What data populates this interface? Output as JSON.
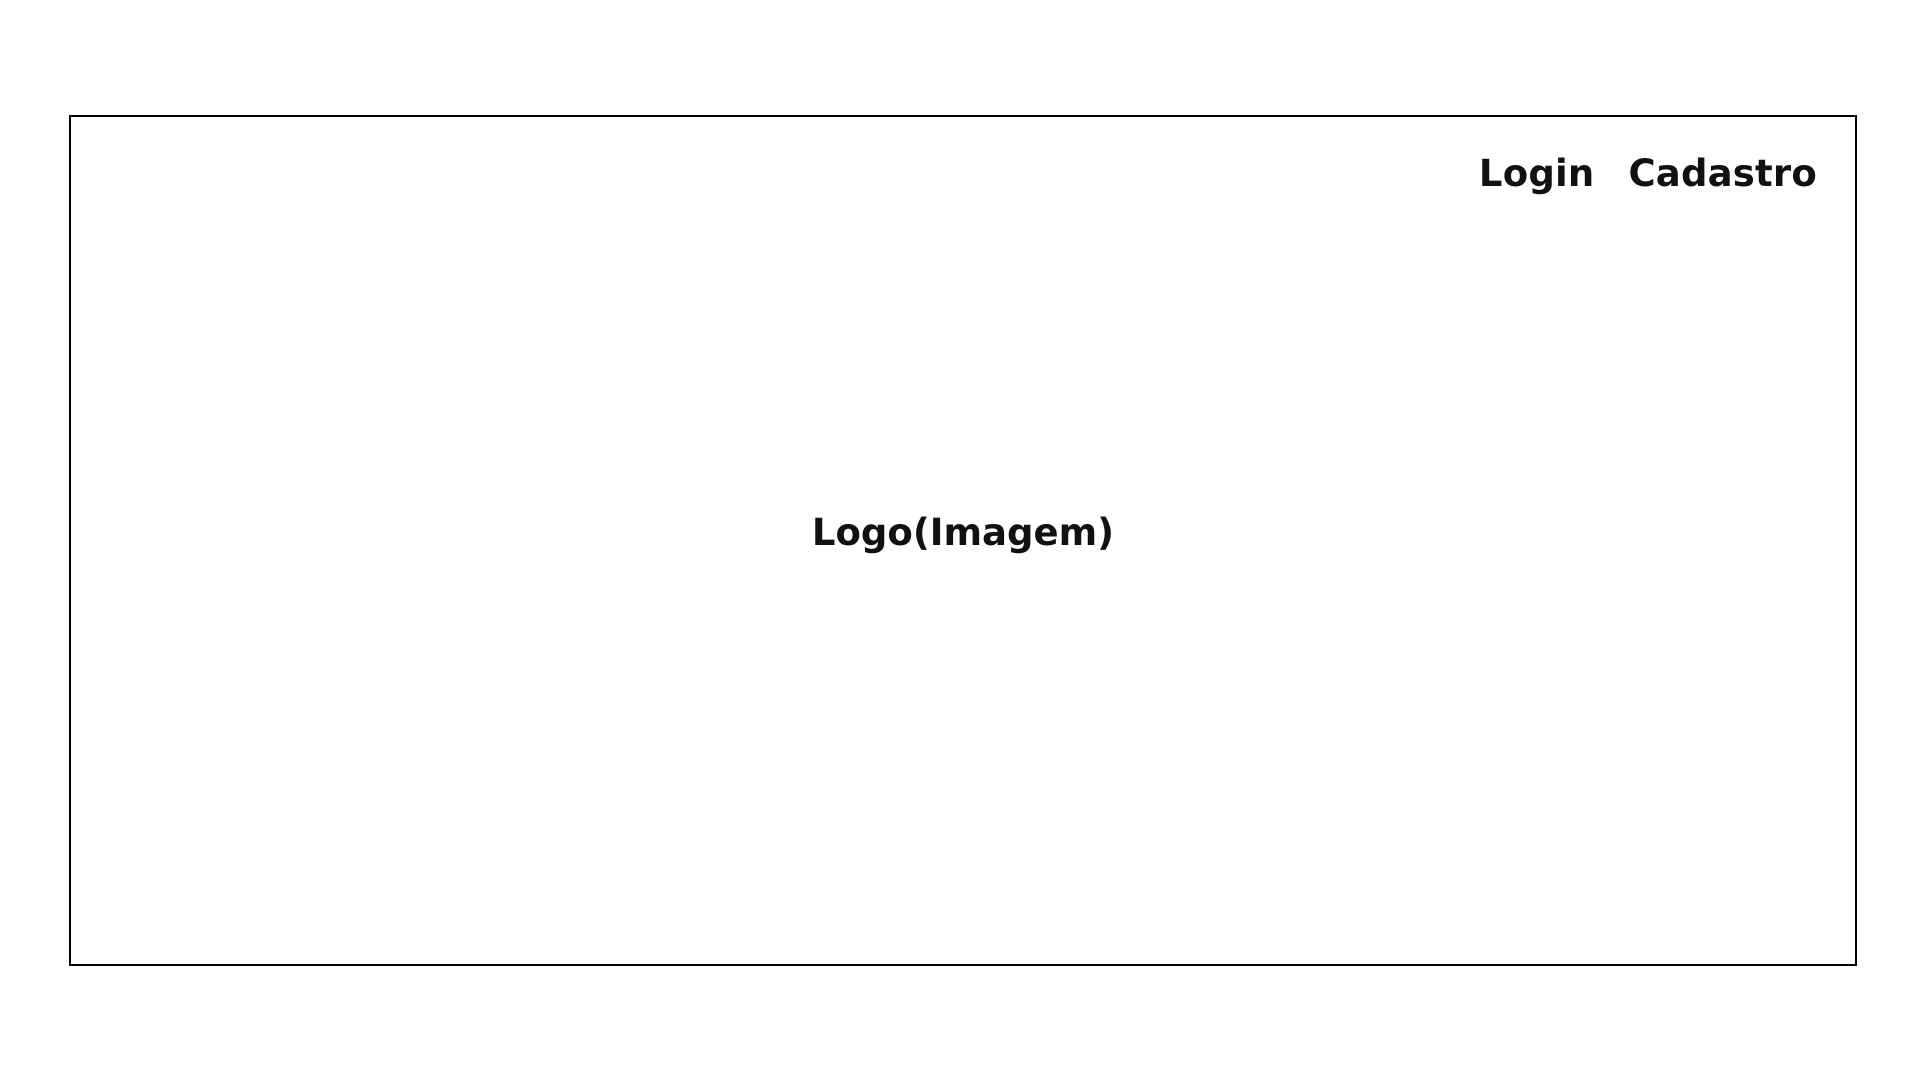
{
  "header": {
    "nav": {
      "login_label": "Login",
      "signup_label": "Cadastro"
    }
  },
  "main": {
    "logo_text": "Logo(Imagem)"
  },
  "colors": {
    "background": "#ffffff",
    "border": "#000000",
    "text": "#111111"
  }
}
